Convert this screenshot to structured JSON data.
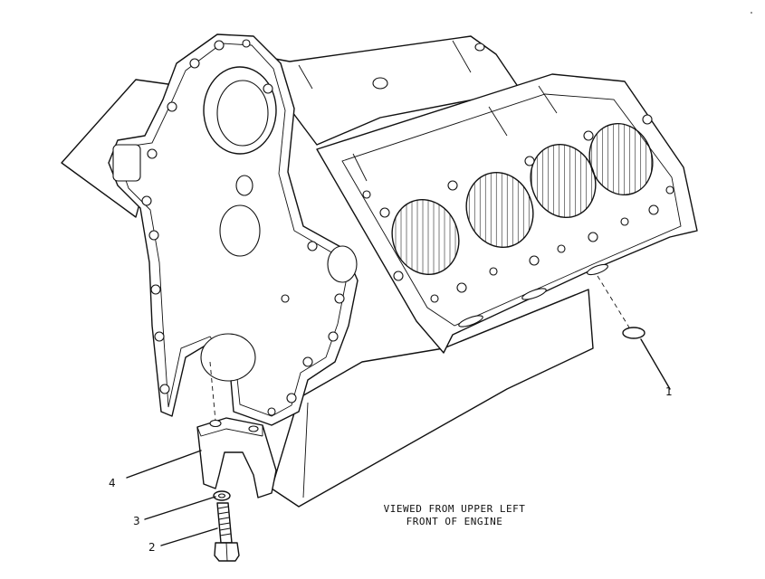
{
  "callouts": [
    {
      "id": "1",
      "label": "1"
    },
    {
      "id": "2",
      "label": "2"
    },
    {
      "id": "3",
      "label": "3"
    },
    {
      "id": "4",
      "label": "4"
    }
  ],
  "caption": {
    "line1": "VIEWED FROM UPPER LEFT",
    "line2": "FRONT OF ENGINE"
  }
}
